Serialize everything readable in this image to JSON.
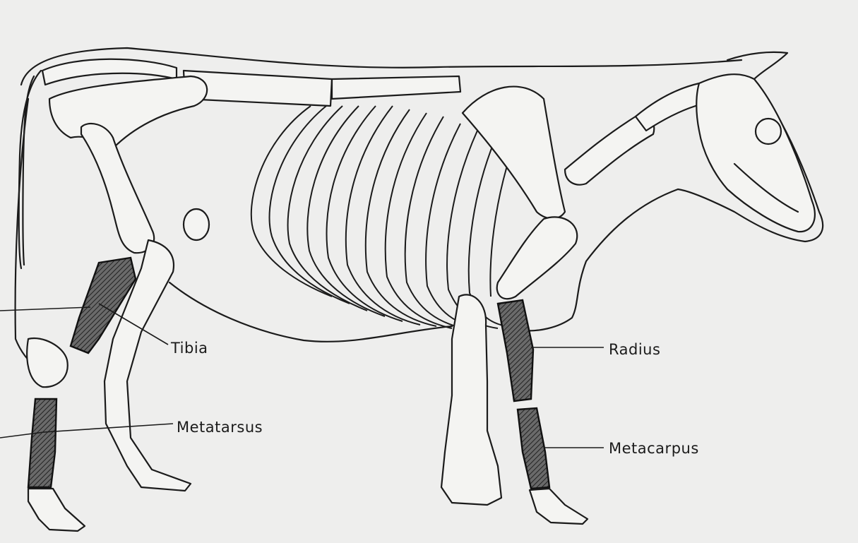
{
  "labels": {
    "tibia": "Tibia",
    "radius": "Radius",
    "metatarsus": "Metatarsus",
    "metacarpus": "Metacarpus"
  },
  "colors": {
    "paper": "#eeeeed",
    "ink": "#1b1b1b",
    "highlighted_bone": "#555555"
  }
}
